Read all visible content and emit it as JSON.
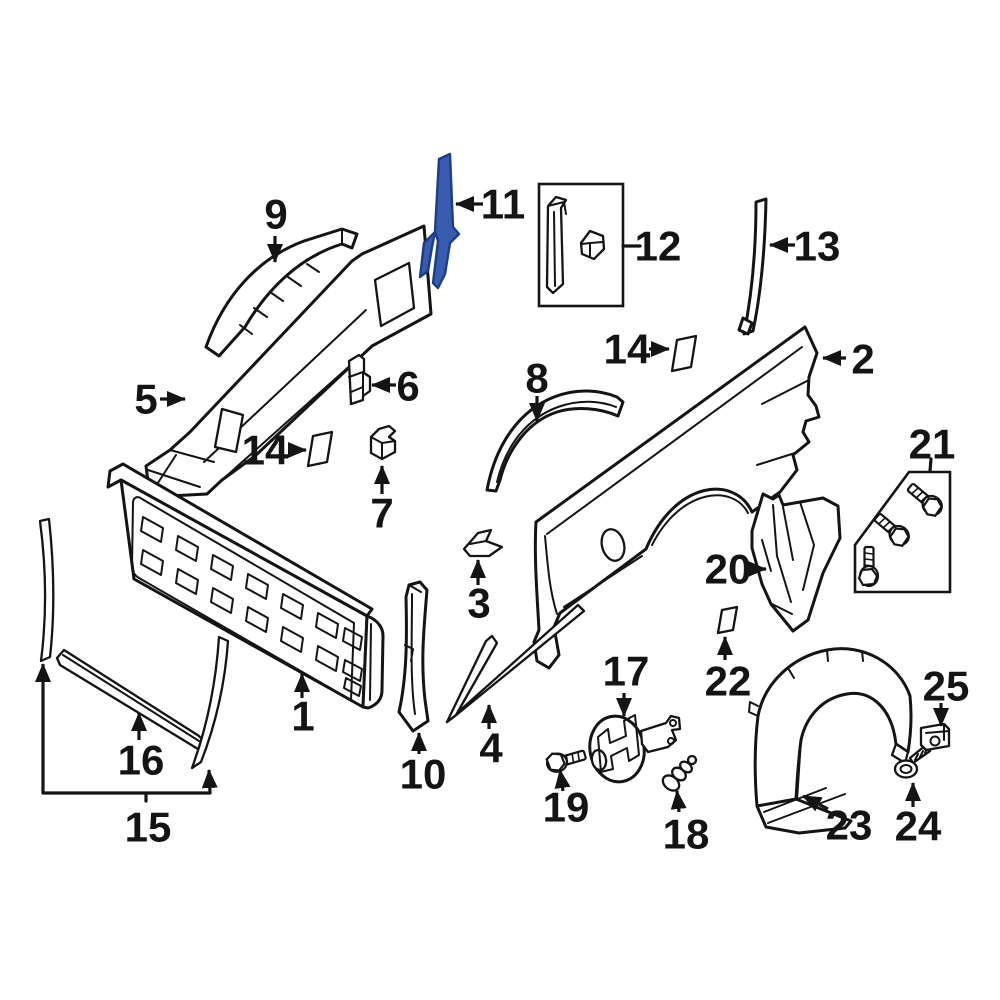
{
  "diagram": {
    "background": "#ffffff",
    "line_color": "#141414",
    "highlight_color": "#3a5cb0",
    "highlight_outline": "#1d3d85",
    "highlighted_part": "11",
    "labels": {
      "p1": "1",
      "p2": "2",
      "p3": "3",
      "p4": "4",
      "p5": "5",
      "p6": "6",
      "p7": "7",
      "p8": "8",
      "p9": "9",
      "p10": "10",
      "p11": "11",
      "p12": "12",
      "p13": "13",
      "p14": "14",
      "p15": "15",
      "p16": "16",
      "p17": "17",
      "p18": "18",
      "p19": "19",
      "p20": "20",
      "p21": "21",
      "p22": "22",
      "p23": "23",
      "p24": "24",
      "p25": "25"
    }
  }
}
